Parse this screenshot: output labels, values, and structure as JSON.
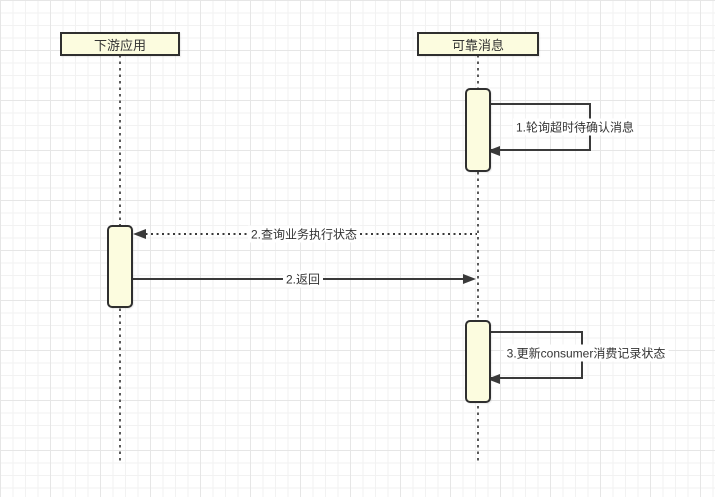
{
  "diagram": {
    "type": "uml-sequence",
    "lifelines": [
      {
        "label": "下游应用"
      },
      {
        "label": "可靠消息"
      }
    ],
    "messages": [
      {
        "label": "1.轮询超时待确认消息",
        "type": "self-message",
        "from": "可靠消息",
        "to": "可靠消息"
      },
      {
        "label": "2.查询业务执行状态",
        "type": "dashed-arrow",
        "from": "可靠消息",
        "to": "下游应用"
      },
      {
        "label": "2.返回",
        "type": "solid-arrow",
        "from": "下游应用",
        "to": "可靠消息"
      },
      {
        "label": "3.更新consumer消费记录状态",
        "type": "self-message",
        "from": "可靠消息",
        "to": "可靠消息"
      }
    ],
    "colors": {
      "canvas_bg": "#ffffff",
      "grid_minor": "#f2f2f2",
      "grid_major": "#e6e6e6",
      "shape_fill": "#fcfcdf",
      "shape_border": "#2f2f2f",
      "line": "#3a3a3a",
      "text": "#333333"
    }
  }
}
